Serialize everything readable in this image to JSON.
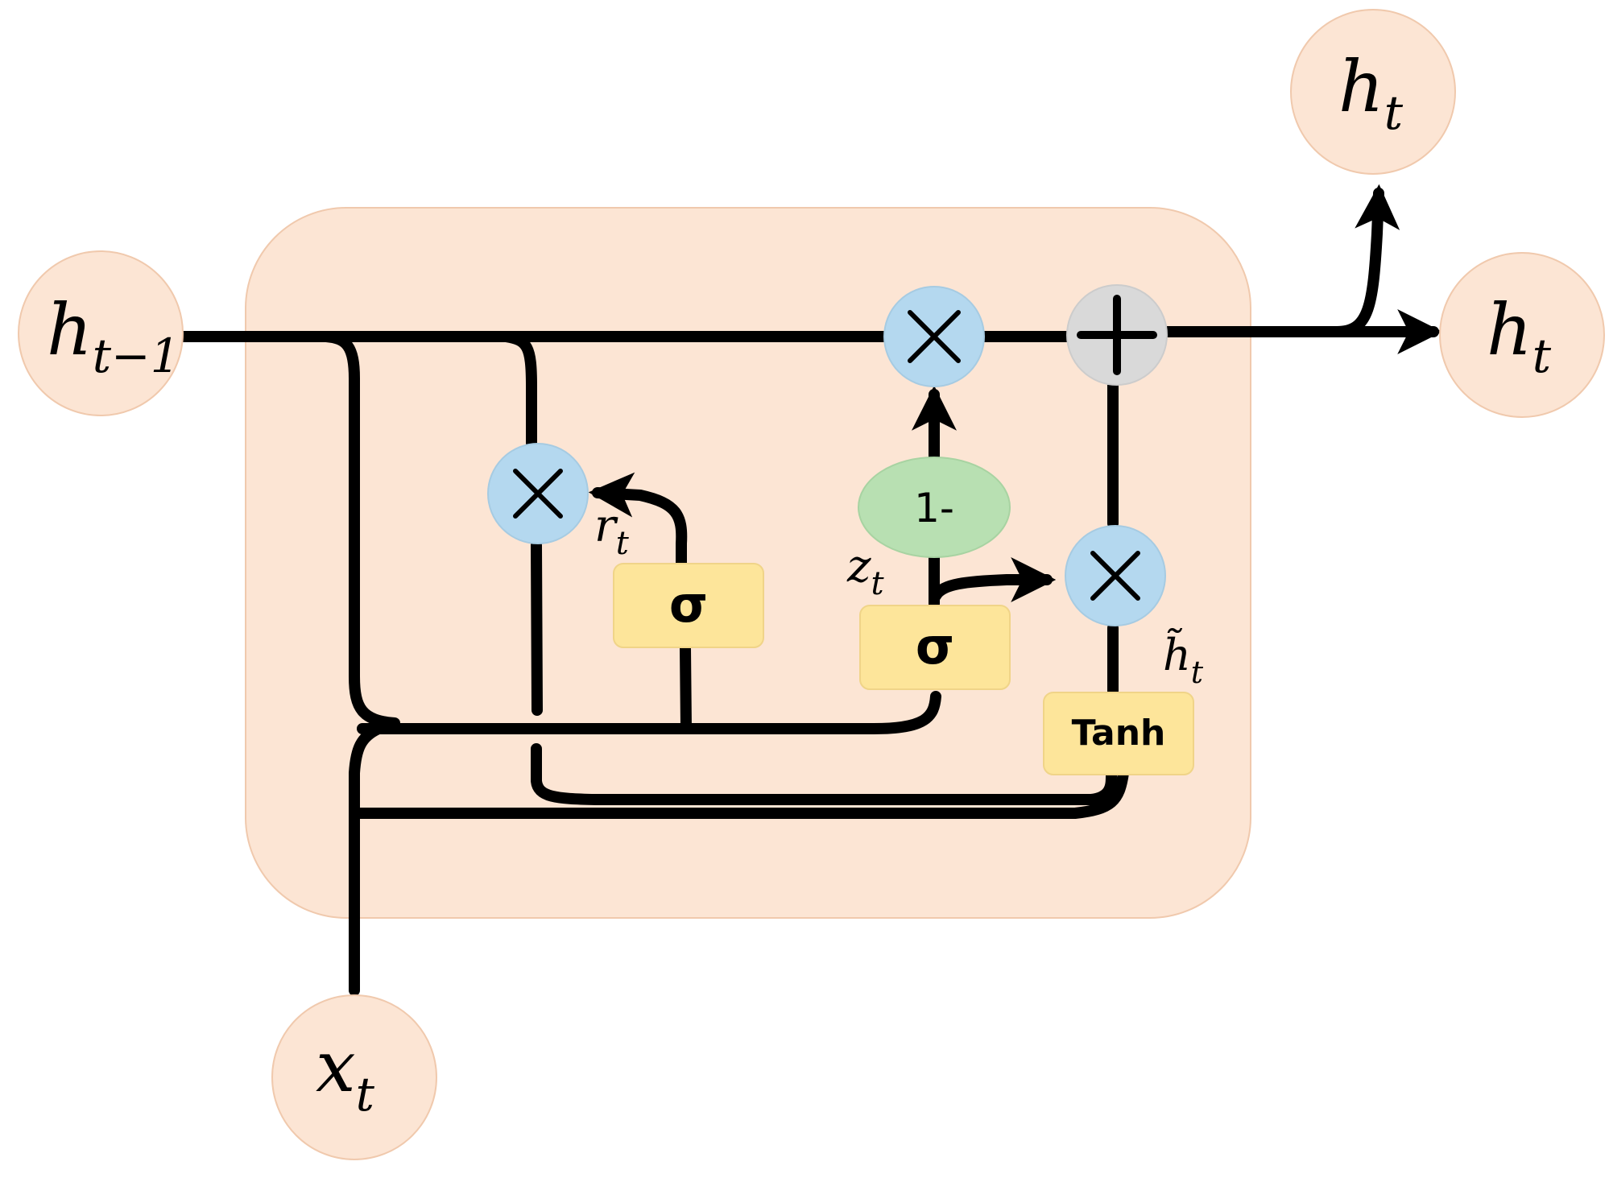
{
  "inputs": {
    "h_prev": {
      "base": "h",
      "sub": "t−1"
    },
    "x": {
      "base": "x",
      "sub": "t"
    }
  },
  "outputs": {
    "h_up": {
      "base": "h",
      "sub": "t"
    },
    "h_right": {
      "base": "h",
      "sub": "t"
    }
  },
  "gates": {
    "reset": "σ",
    "update": "σ",
    "candidate": "Tanh",
    "one_minus": "1-"
  },
  "labels": {
    "r": {
      "base": "r",
      "sub": "t"
    },
    "z": {
      "base": "z",
      "sub": "t"
    },
    "h_tilde": {
      "base": "h̃",
      "sub": "t"
    }
  },
  "colors": {
    "cell_bg": "#fce5d4",
    "io_circle": "#fce5d4",
    "multiply_op": "#b4d8ef",
    "add_op": "#d9d9d9",
    "gate_box": "#fde59a",
    "one_minus": "#b8e0b2",
    "line": "#000000"
  }
}
